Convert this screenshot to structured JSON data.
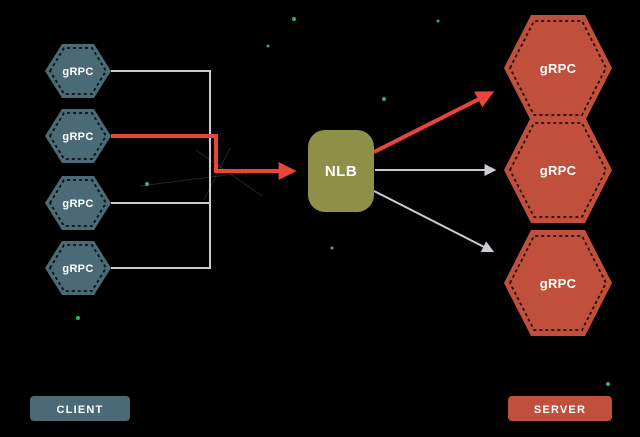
{
  "nodes": {
    "clients": [
      {
        "label": "gRPC"
      },
      {
        "label": "gRPC"
      },
      {
        "label": "gRPC"
      },
      {
        "label": "gRPC"
      }
    ],
    "servers": [
      {
        "label": "gRPC"
      },
      {
        "label": "gRPC"
      },
      {
        "label": "gRPC"
      }
    ],
    "load_balancer": {
      "label": "NLB"
    }
  },
  "legend": {
    "client": "CLIENT",
    "server": "SERVER"
  },
  "colors": {
    "background": "#000000",
    "client_node": "#4a6a75",
    "server_node": "#c04f3b",
    "load_balancer": "#8e9048",
    "highlight_path": "#ea453b",
    "connector": "#c9cdd1",
    "particle": "#27b768"
  }
}
